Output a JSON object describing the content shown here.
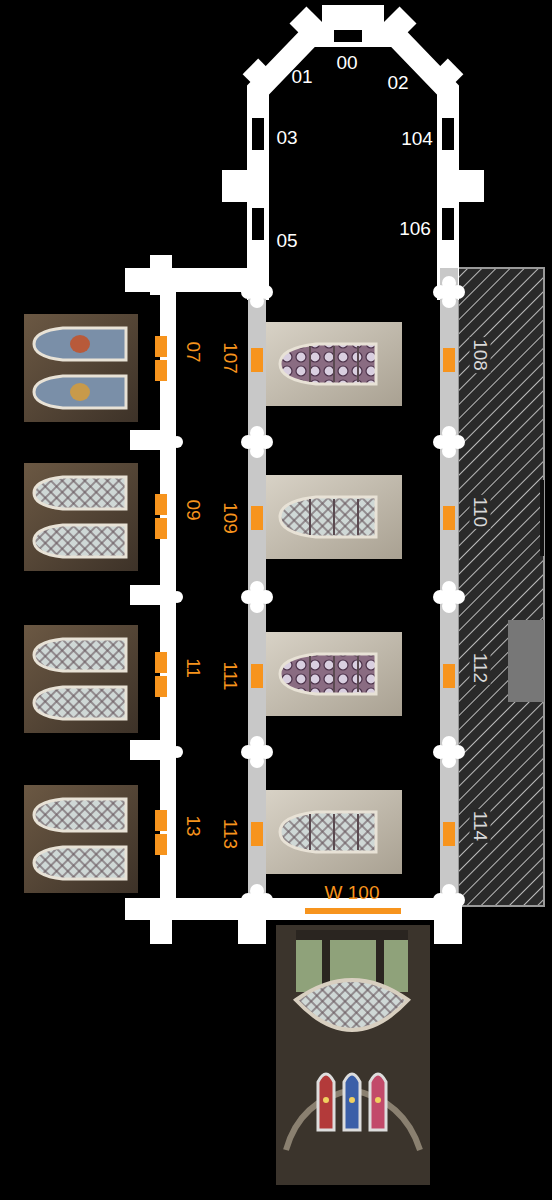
{
  "diagram": {
    "labels": [
      "00",
      "01",
      "02",
      "03",
      "104",
      "05",
      "106",
      "07",
      "107",
      "108",
      "09",
      "109",
      "110",
      "11",
      "111",
      "112",
      "13",
      "113",
      "114",
      "W 100"
    ]
  }
}
